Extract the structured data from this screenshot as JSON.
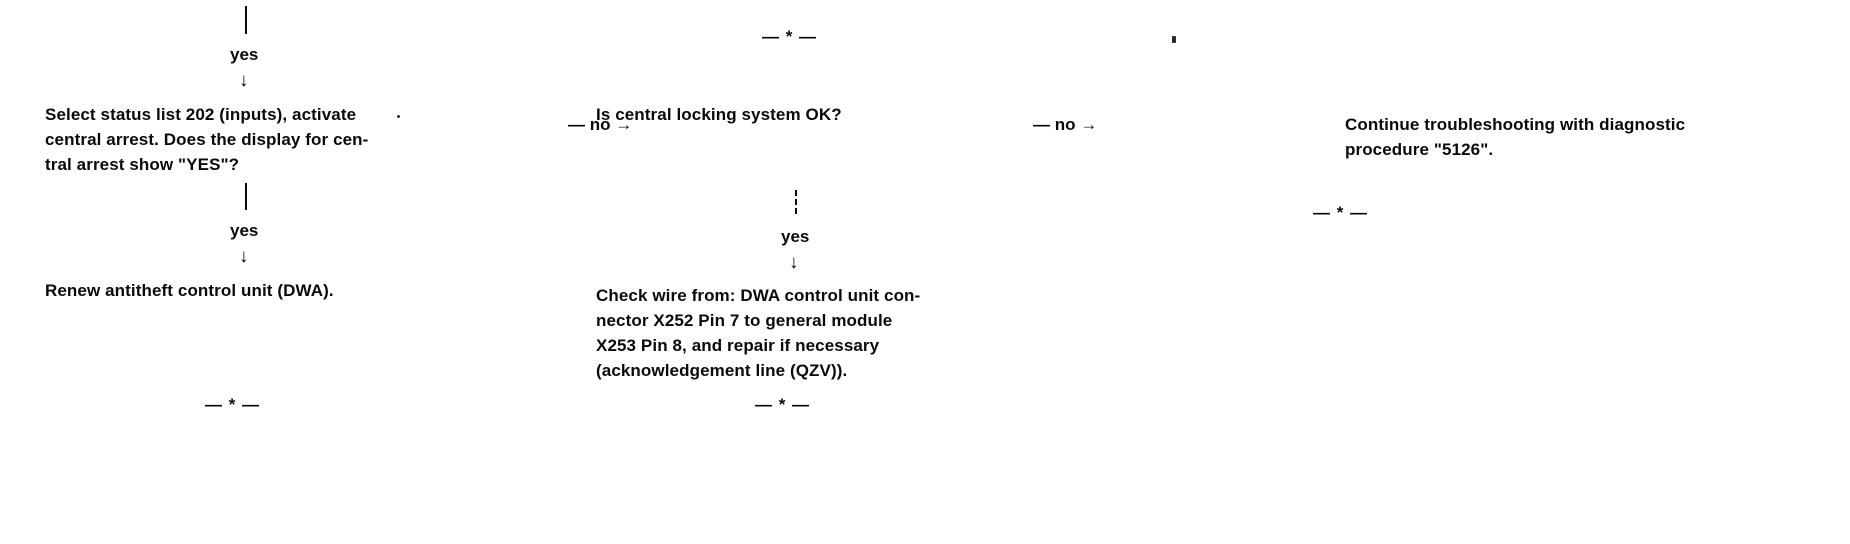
{
  "document": {
    "kind": "troubleshooting-flowchart",
    "background_color": "#ffffff",
    "ink_color": "#0a0a0a"
  },
  "flow": {
    "top_branch_label": "yes",
    "columns": [
      {
        "id": "column-left",
        "nodes": [
          {
            "id": "node-select-status-list",
            "text": "Select status list 202 (inputs), activate\ncentral arrest. Does the display for cen-\ntral arrest show \"YES\"?"
          },
          {
            "id": "node-renew-dwa",
            "text": "Renew antitheft control unit (DWA)."
          }
        ],
        "branch_label": "yes",
        "end_marker": "— * —"
      },
      {
        "id": "column-middle",
        "top_marker": "— * —",
        "nodes": [
          {
            "id": "node-is-central-locking-ok",
            "text": "Is central locking system OK?"
          },
          {
            "id": "node-check-wire",
            "text": "Check wire from: DWA control unit con-\nnector X252 Pin 7 to general module\nX253 Pin 8, and repair if necessary\n(acknowledgement line (QZV))."
          }
        ],
        "branch_label": "yes",
        "end_marker": "— * —"
      },
      {
        "id": "column-right",
        "nodes": [
          {
            "id": "node-continue-troubleshooting",
            "text": "Continue troubleshooting with diagnostic\nprocedure \"5126\"."
          }
        ],
        "end_marker": "— * —"
      }
    ],
    "connectors": [
      {
        "id": "connector-left-to-middle",
        "label": "— no →"
      },
      {
        "id": "connector-middle-to-right",
        "label": "— no →"
      }
    ],
    "arrow_glyph": "↓"
  }
}
